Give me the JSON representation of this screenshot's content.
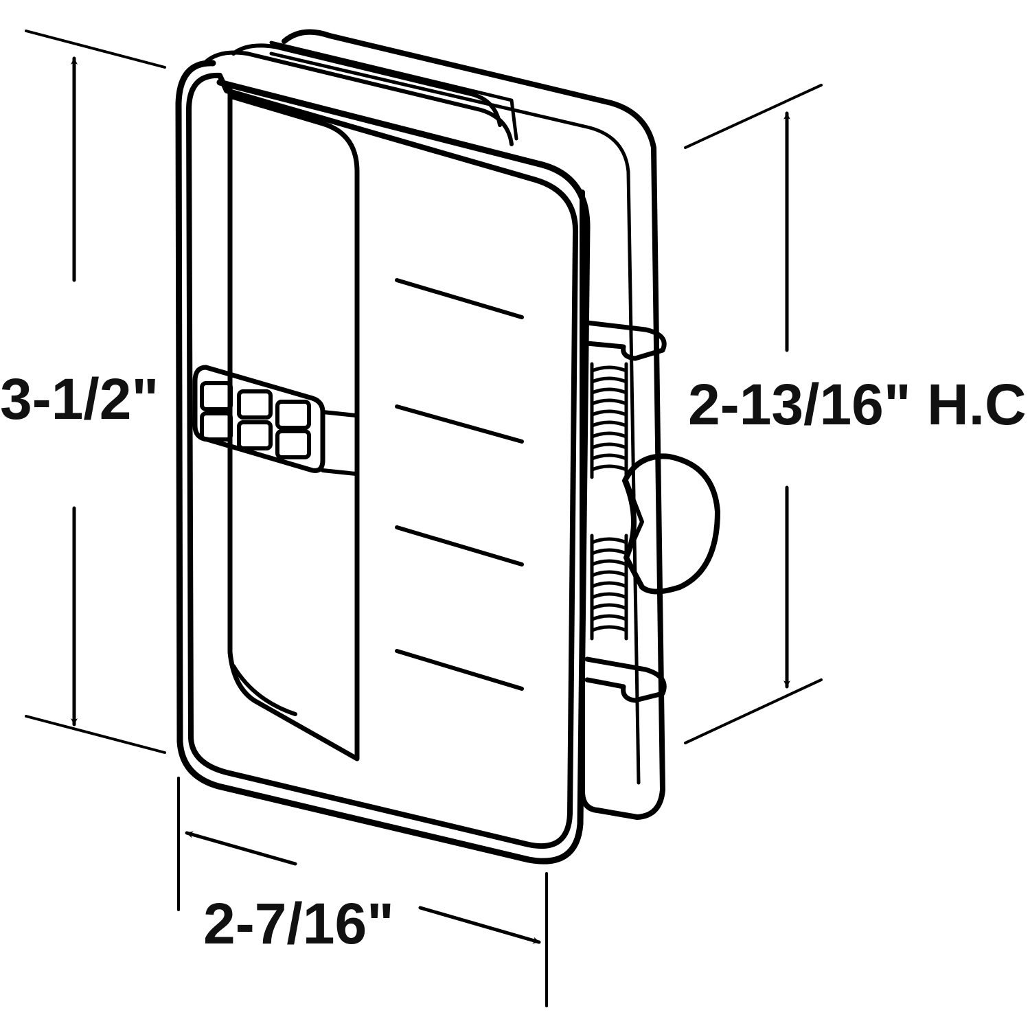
{
  "dimensions": {
    "height_label": "3-1/2\"",
    "hole_center_label": "2-13/16\" H.C.",
    "width_label": "2-7/16\""
  },
  "colors": {
    "line": "#000000",
    "text": "#111111",
    "background": "#ffffff"
  }
}
